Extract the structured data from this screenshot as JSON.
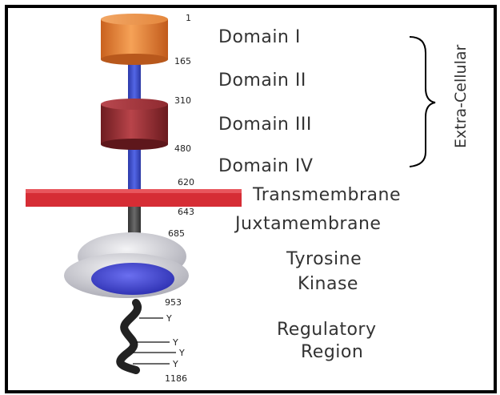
{
  "domains": [
    {
      "key": "d1",
      "label": "Domain I"
    },
    {
      "key": "d2",
      "label": "Domain II"
    },
    {
      "key": "d3",
      "label": "Domain III"
    },
    {
      "key": "d4",
      "label": "Domain IV"
    }
  ],
  "labels": {
    "transmembrane": "Transmembrane",
    "juxtamembrane": "Juxtamembrane",
    "tyrosine": "Tyrosine",
    "kinase": "Kinase",
    "regulatory": "Regulatory",
    "region": "Region",
    "extracellular": "Extra-Cellular"
  },
  "residues": [
    "1",
    "165",
    "310",
    "480",
    "620",
    "643",
    "685",
    "953",
    "1186"
  ],
  "tyrosine_marks": [
    "Y",
    "Y",
    "Y",
    "Y"
  ],
  "colors": {
    "domain1": "#f08a3a",
    "domain3": "#9a2a2f",
    "linker": "#3b4fc8",
    "membrane": "#d62d35",
    "juxta": "#4a4a4a",
    "kinase_outer": "#cfcfd6",
    "kinase_inner": "#3d41d8",
    "tail": "#222222"
  }
}
